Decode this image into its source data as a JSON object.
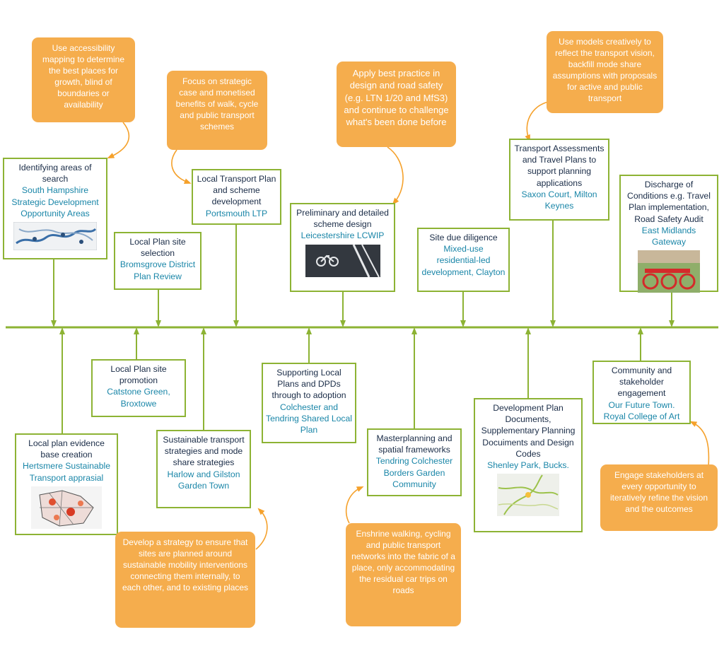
{
  "colors": {
    "accent": "#8db334",
    "note": "#f5ad4d",
    "title": "#1a2c47",
    "subtitle": "#1a86a8"
  },
  "above": [
    {
      "title": "Identifying areas of search",
      "subtitle": "South Hampshire Strategic Development Opportunity Areas",
      "image": "accessibility-map-thumbnail"
    },
    {
      "title": "Local Plan site selection",
      "subtitle": "Bromsgrove District Plan Review"
    },
    {
      "title": "Local Transport Plan and scheme development",
      "subtitle": "Portsmouth LTP"
    },
    {
      "title": "Preliminary and detailed scheme design",
      "subtitle": "Leicestershire LCWIP",
      "image": "cycle-lane-photo"
    },
    {
      "title": "Site due diligence",
      "subtitle": "Mixed-use residential-led development, Clayton"
    },
    {
      "title": "Transport Assessments and Travel Plans to support planning applications",
      "subtitle": "Saxon Court, Milton Keynes"
    },
    {
      "title": "Discharge of Conditions e.g. Travel Plan implementation, Road Safety Audit",
      "subtitle": "East Midlands Gateway",
      "image": "hire-bikes-photo"
    }
  ],
  "below": [
    {
      "title": "Local plan evidence base creation",
      "subtitle": "Hertsmere Sustainable Transport apprasial",
      "image": "heatmap-thumbnail"
    },
    {
      "title": "Local Plan site promotion",
      "subtitle": "Catstone Green, Broxtowe"
    },
    {
      "title": "Sustainable transport strategies and mode share strategies",
      "subtitle": "Harlow and Gilston Garden Town"
    },
    {
      "title": "Supporting Local Plans and DPDs through to adoption",
      "subtitle": "Colchester and Tendring Shared Local Plan"
    },
    {
      "title": "Masterplanning and spatial frameworks",
      "subtitle": "Tendring Colchester Borders Garden Community"
    },
    {
      "title": "Development Plan Documents, Supplementary Planning Docuiments and Design Codes",
      "subtitle": "Shenley Park, Bucks.",
      "image": "network-map-thumbnail"
    },
    {
      "title": "Community and stakeholder engagement",
      "subtitle": "Our Future Town. Royal College of Art"
    }
  ],
  "notes": [
    "Use accessibility mapping to determine the best places for growth, blind of boundaries or availability",
    "Focus on strategic case and monetised benefits of walk, cycle and public transport schemes",
    "Apply best practice in design and road safety (e.g. LTN 1/20 and MfS3) and continue to challenge what's been done before",
    "Use models creatively to reflect the transport vision, backfill mode share assumptions with proposals for active and public transport",
    "Develop a strategy to ensure that sites are planned around sustainable mobility interventions connecting them internally, to each other, and to existing places",
    "Enshrine walking, cycling and public transport networks into the fabric of a place, only accommodating the residual car trips on roads",
    "Engage stakeholders at every opportunity to iteratively refine the vision and the outcomes"
  ]
}
